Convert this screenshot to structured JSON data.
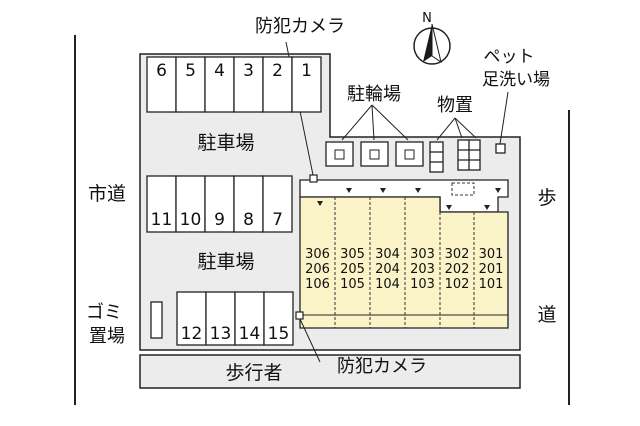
{
  "labels": {
    "camera_top": "防犯カメラ",
    "camera_bottom": "防犯カメラ",
    "parking_top": "駐車場",
    "parking_middle": "駐車場",
    "bicycle_parking": "駐輪場",
    "storage": "物置",
    "pet_line1": "ペット",
    "pet_line2": "足洗い場",
    "city_road": "市道",
    "sidewalk_right_1": "歩",
    "sidewalk_right_2": "道",
    "pedestrian": "歩行者",
    "garbage_line1": "ゴミ",
    "garbage_line2": "置場",
    "compass_north": "N"
  },
  "parking_top_row": [
    "6",
    "5",
    "4",
    "3",
    "2",
    "1"
  ],
  "parking_middle_row": [
    "11",
    "10",
    "9",
    "8",
    "7"
  ],
  "parking_bottom_row": [
    "12",
    "13",
    "14",
    "15"
  ],
  "units": [
    [
      "306",
      "206",
      "106"
    ],
    [
      "305",
      "205",
      "105"
    ],
    [
      "304",
      "204",
      "104"
    ],
    [
      "303",
      "203",
      "103"
    ],
    [
      "302",
      "202",
      "102"
    ],
    [
      "301",
      "201",
      "101"
    ]
  ],
  "colors": {
    "building_fill": "#fbf4c9",
    "lot_fill": "#ececec",
    "line": "#222222",
    "compass_fill": "#1a1a1a"
  }
}
